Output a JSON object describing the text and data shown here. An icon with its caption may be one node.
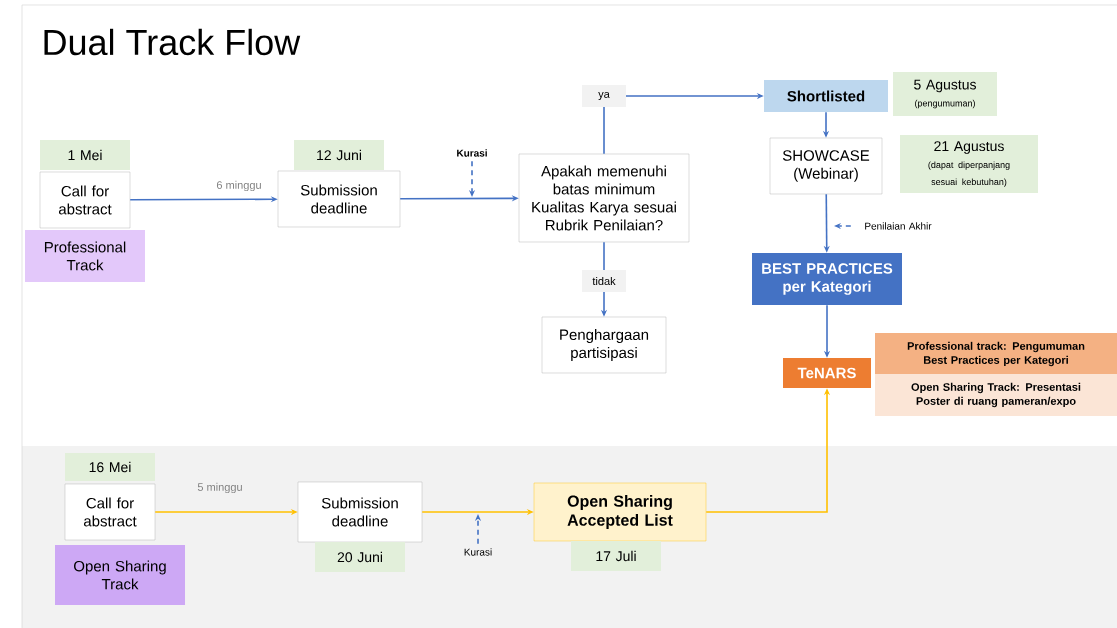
{
  "diagram": {
    "title": "Dual Track Flow",
    "nodes": [
      {
        "text": [
          "1 Mei"
        ]
      },
      {
        "text": [
          "Call for abstract"
        ]
      },
      {
        "text": [
          "Professional Track"
        ]
      },
      {
        "text": [
          "12 Juni"
        ]
      },
      {
        "text": [
          "Submission deadline"
        ]
      },
      {
        "text": [
          "Apakah memenuhi batas minimum Kualitas Karya sesuai Rubrik Penilaian?"
        ]
      },
      {
        "text": [
          "Shortlisted"
        ]
      },
      {
        "text": [
          "5 Agustus",
          "(pengumuman)"
        ]
      },
      {
        "text": [
          "SHOWCASE (Webinar)"
        ]
      },
      {
        "text": [
          "21 Agustus",
          "(dapat diperpanjang sesuai kebutuhan)"
        ]
      },
      {
        "text": [
          "BEST PRACTICES per Kategori"
        ]
      },
      {
        "text": [
          "Penghargaan partisipasi"
        ]
      },
      {
        "text": [
          "TeNARS"
        ]
      },
      {
        "text": [
          "Professional track: Pengumuman Best Practices per Kategori"
        ]
      },
      {
        "text": [
          "Open Sharing Track: Presentasi Poster di ruang pameran/expo"
        ]
      },
      {
        "text": [
          "16 Mei"
        ]
      },
      {
        "text": [
          "Call for abstract"
        ]
      },
      {
        "text": [
          "Open Sharing Track"
        ]
      },
      {
        "text": [
          "Submission deadline"
        ]
      },
      {
        "text": [
          "20 Juni"
        ]
      },
      {
        "text": [
          "Open Sharing Accepted List"
        ]
      },
      {
        "text": [
          "17 Juli"
        ]
      },
      {
        "text": [
          "Kurasi"
        ]
      },
      {
        "text": [
          "Penilaian Akhir"
        ]
      },
      {
        "text": [
          "Kurasi"
        ]
      }
    ],
    "edges": [
      {
        "from": 1,
        "to": 4,
        "arrow": "to",
        "label": "6 minggu"
      },
      {
        "from": 4,
        "to": 5,
        "arrow": "to"
      },
      {
        "from": 5,
        "to": 6,
        "arrow": "to",
        "label": "ya"
      },
      {
        "from": 5,
        "to": 11,
        "arrow": "to",
        "label": "tidak"
      },
      {
        "from": 6,
        "to": 8,
        "arrow": "to"
      },
      {
        "from": 8,
        "to": 10,
        "arrow": "to"
      },
      {
        "from": 10,
        "to": 12,
        "arrow": "to"
      },
      {
        "from": 16,
        "to": 18,
        "arrow": "to",
        "label": "5 minggu",
        "color": "#ffc000"
      },
      {
        "from": 18,
        "to": 20,
        "arrow": "to",
        "color": "#ffc000"
      },
      {
        "from": 20,
        "to": 12,
        "arrow": "to",
        "color": "#ffc000"
      },
      {
        "from": 22,
        "to": null,
        "arrow": "to",
        "style": "dashed"
      },
      {
        "from": 23,
        "to": null,
        "arrow": "to",
        "style": "dashed"
      },
      {
        "from": 24,
        "to": null,
        "arrow": "to",
        "style": "dashed"
      }
    ]
  }
}
